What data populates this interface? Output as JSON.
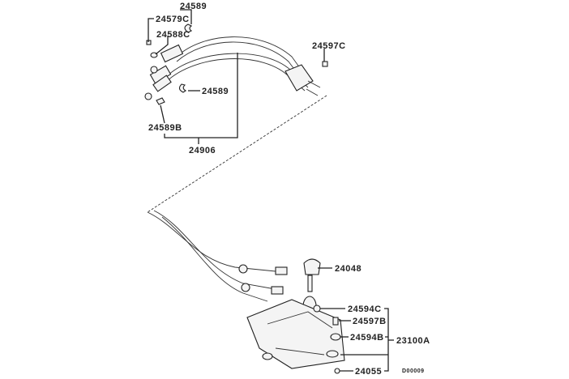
{
  "diagram": {
    "drawing_code": "D00009",
    "labels": {
      "p24589_top": "24589",
      "p24579C": "24579C",
      "p24588C": "24588C",
      "p24597C": "24597C",
      "p24589_mid": "24589",
      "p24589B": "24589B",
      "p24906": "24906",
      "p24048": "24048",
      "p24594C": "24594C",
      "p24597B": "24597B",
      "p24594B": "24594B",
      "p23100A": "23100A",
      "p24055": "24055"
    }
  }
}
